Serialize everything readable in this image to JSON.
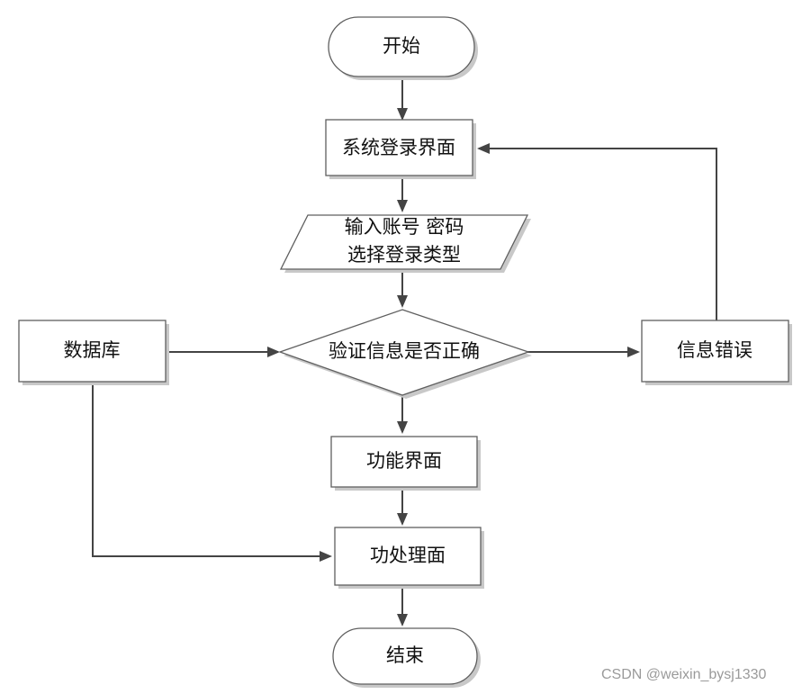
{
  "diagram": {
    "nodes": {
      "start": "开始",
      "login_ui": "系统登录界面",
      "input_line1": "输入账号 密码",
      "input_line2": "选择登录类型",
      "verify": "验证信息是否正确",
      "database": "数据库",
      "error": "信息错误",
      "func_ui": "功能界面",
      "process_ui": "功处理面",
      "end": "结束"
    }
  },
  "watermark": "CSDN @weixin_bysj1330"
}
